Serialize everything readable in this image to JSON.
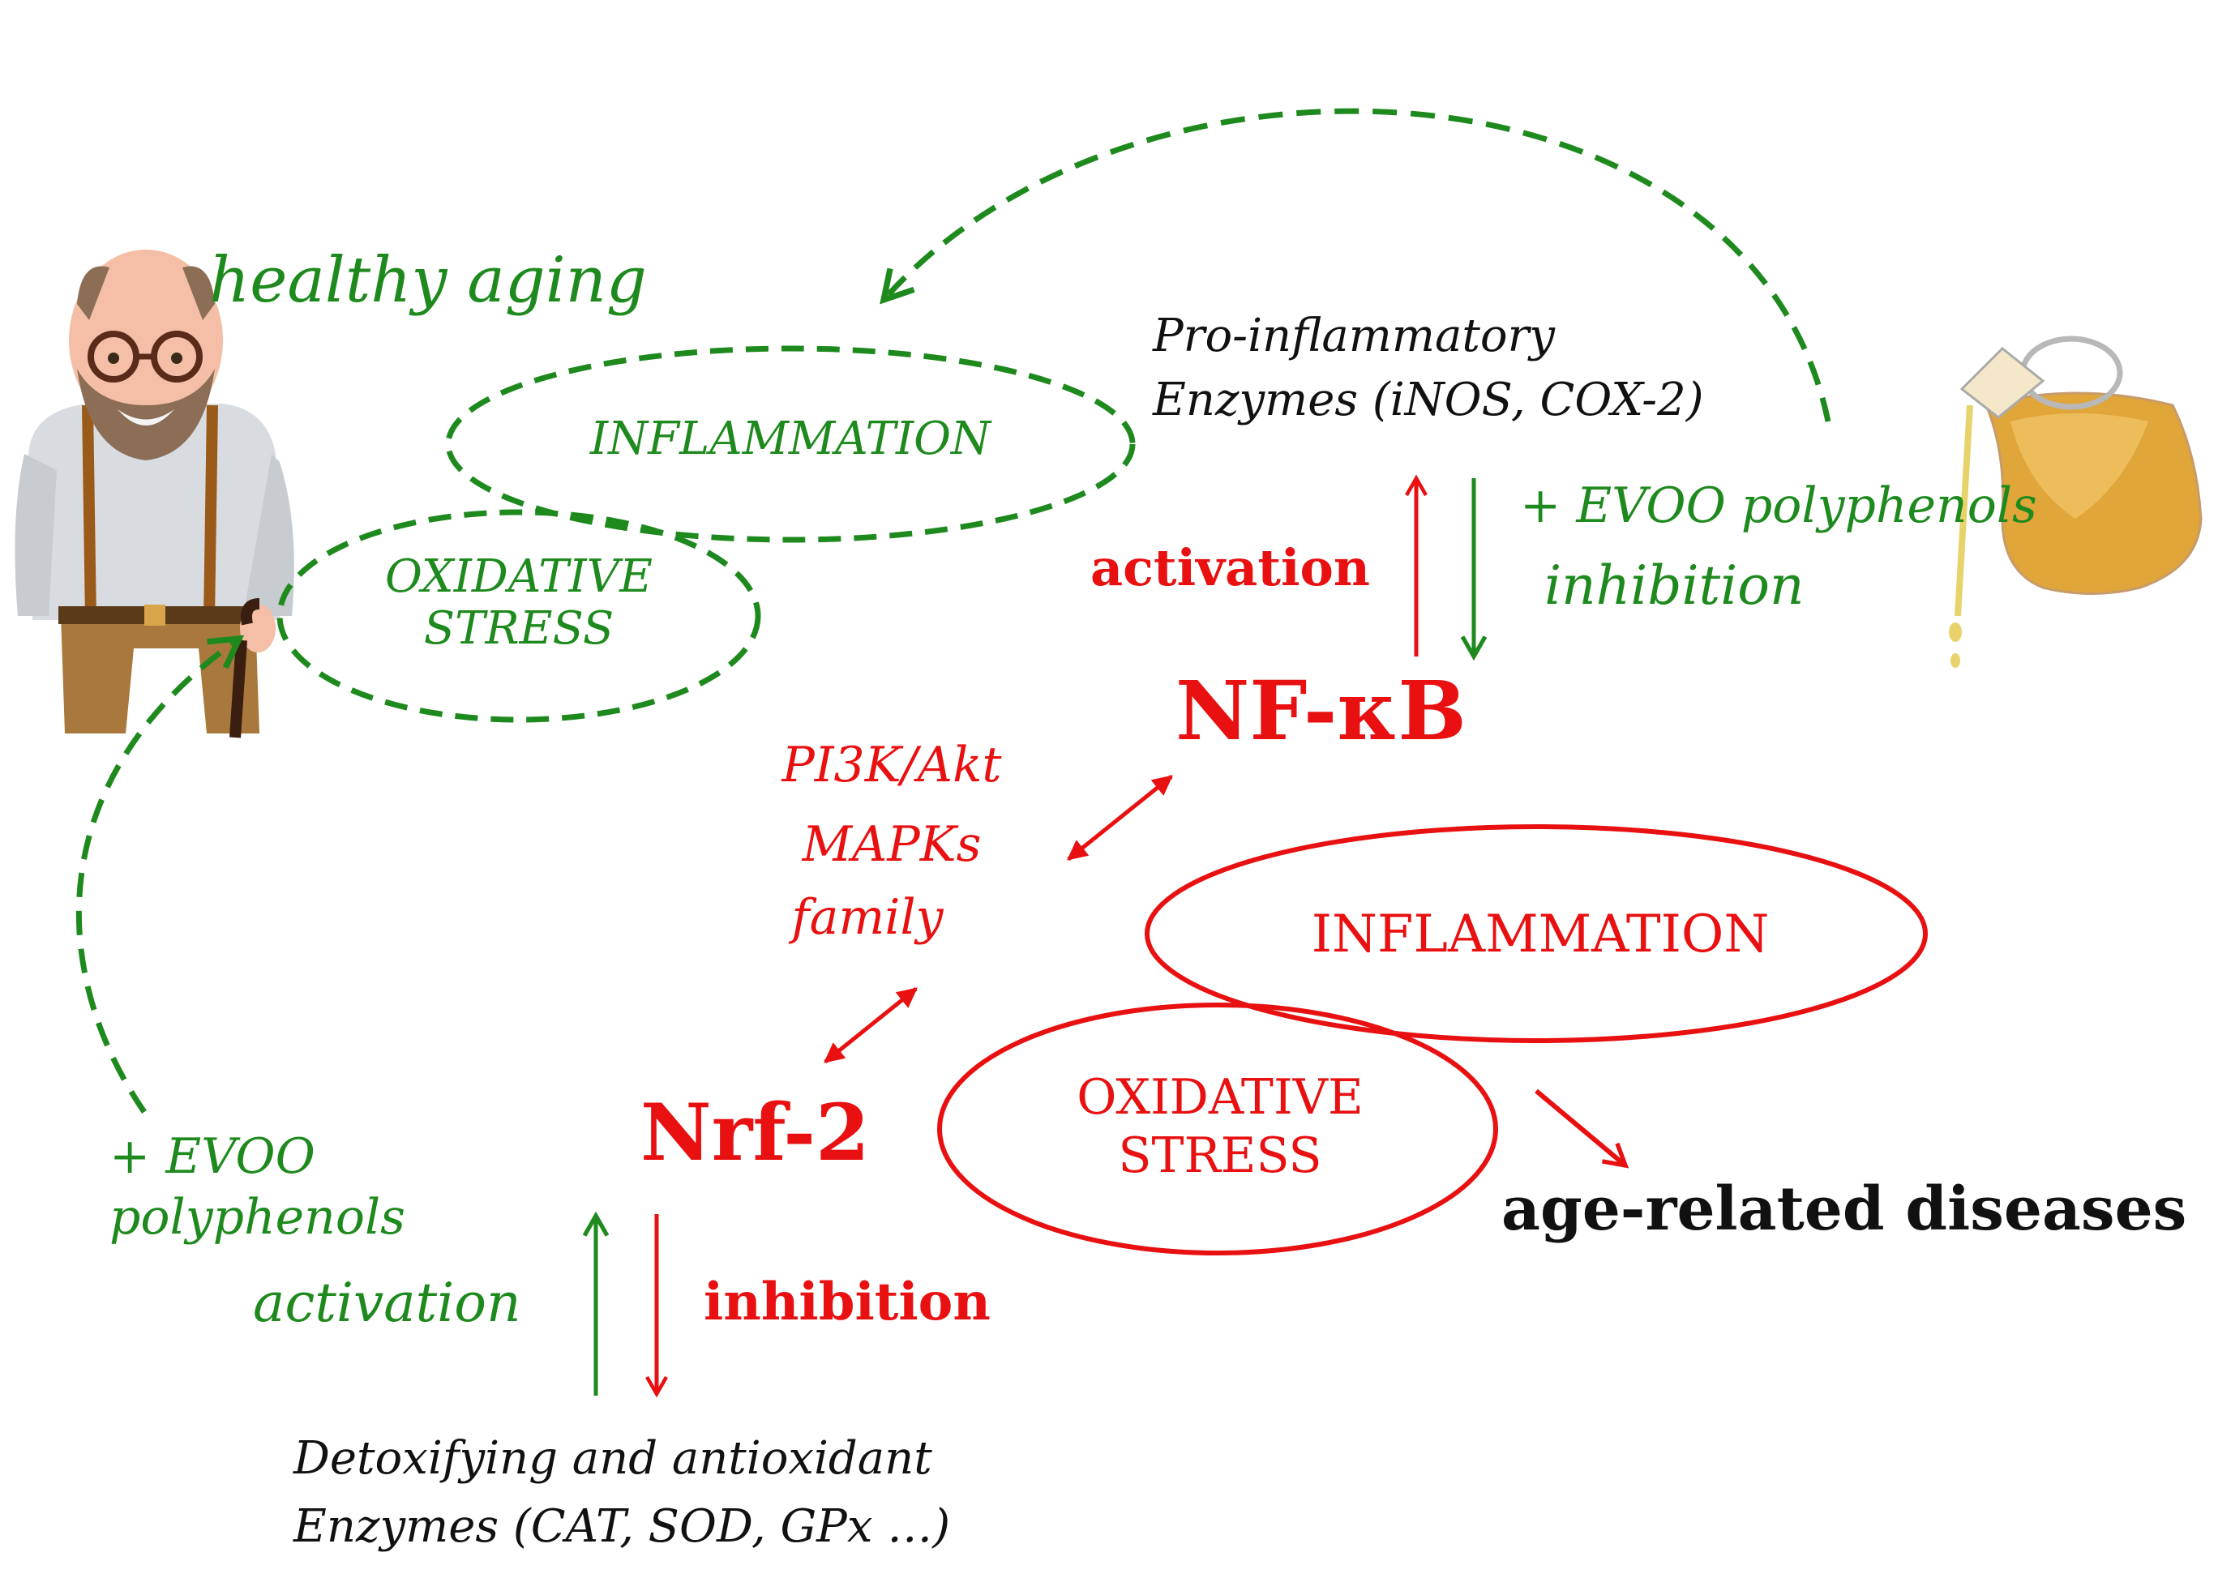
{
  "colors": {
    "protective": "#1e8a1e",
    "harmful": "#e81010",
    "neutral": "#111111"
  },
  "healthy_side": {
    "title": "healthy aging",
    "inflammation_label": "INFLAMMATION",
    "oxidative_stress_label": "OXIDATIVE\nSTRESS"
  },
  "pro_inflammatory": {
    "line1": "Pro-inflammatory",
    "line2": "Enzymes (iNOS, COX-2)"
  },
  "nfkb": {
    "label": "NF-κB",
    "activation_label": "activation",
    "evoo_label": "+ EVOO polyphenols",
    "inhibition_label": "inhibition"
  },
  "pathways": {
    "line1": "PI3K/Akt",
    "line2": "MAPKs",
    "line3": "family"
  },
  "harmful_side": {
    "inflammation_label": "INFLAMMATION",
    "oxidative_stress_label": "OXIDATIVE\nSTRESS",
    "outcome_label": "age-related diseases"
  },
  "nrf2": {
    "label": "Nrf-2",
    "evoo_label": "+ EVOO\npolyphenols",
    "activation_label": "activation",
    "inhibition_label": "inhibition"
  },
  "antioxidant_enzymes": {
    "line1": "Detoxifying and antioxidant",
    "line2": "Enzymes (CAT, SOD, GPx …)"
  },
  "icons": [
    "elderly-man-icon",
    "olive-oil-jug-icon"
  ]
}
